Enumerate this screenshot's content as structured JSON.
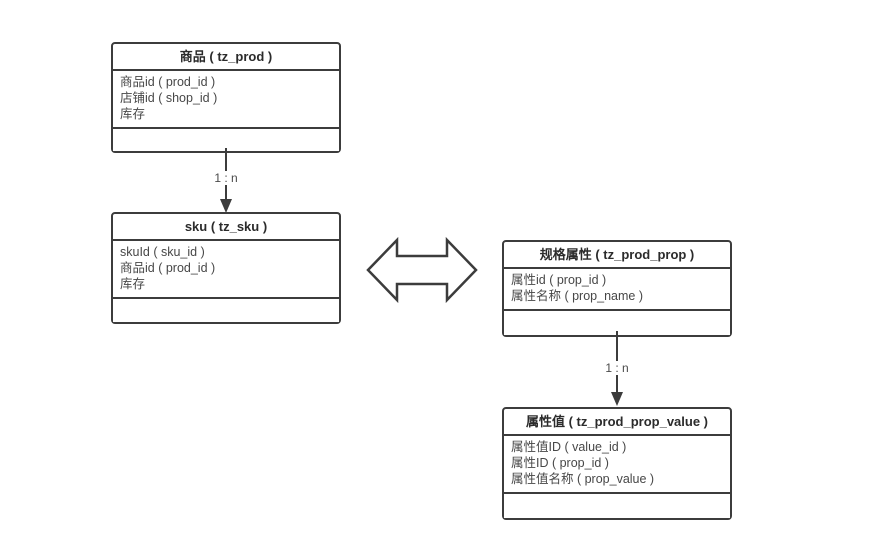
{
  "diagram": {
    "background_color": "#ffffff",
    "stroke_color": "#3c3c3c",
    "text_color": "#474747",
    "tables": {
      "prod": {
        "title": "商品 ( tz_prod )",
        "fields": [
          "商品id ( prod_id )",
          "店铺id ( shop_id )",
          "库存"
        ]
      },
      "sku": {
        "title": "sku ( tz_sku )",
        "fields": [
          "skuId ( sku_id )",
          "商品id ( prod_id )",
          "库存"
        ]
      },
      "prop": {
        "title": "规格属性 ( tz_prod_prop )",
        "fields": [
          "属性id ( prop_id )",
          "属性名称 ( prop_name )"
        ]
      },
      "prop_value": {
        "title": "属性值 ( tz_prod_prop_value )",
        "fields": [
          "属性值ID ( value_id )",
          "属性ID ( prop_id )",
          "属性值名称 ( prop_value )"
        ]
      }
    },
    "relations": {
      "prod_sku": {
        "label": "1 : n"
      },
      "prop_value": {
        "label": "1 : n"
      }
    }
  }
}
